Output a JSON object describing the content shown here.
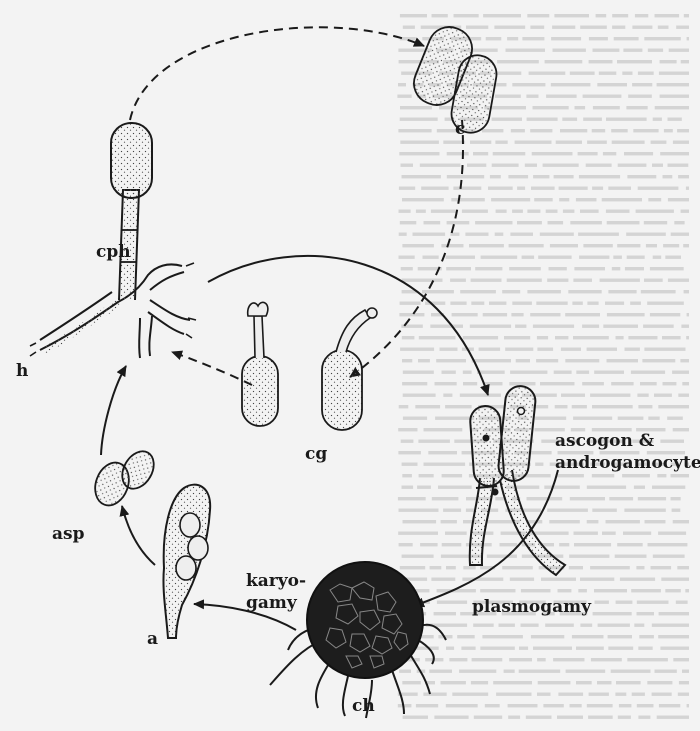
{
  "labels": {
    "c": "c",
    "cph": "cph",
    "h": "h",
    "cg": "cg",
    "ascogon": "ascogon &",
    "androgamocyte": "androgamocyte",
    "asp": "asp",
    "karyo": "karyo-",
    "gamy": "gamy",
    "a": "a",
    "plasmogamy": "plasmogamy",
    "ch": "ch"
  },
  "colors": {
    "ink": "#1a1a1a",
    "paper": "#f3f3f3",
    "cell_fill": "#eeeeee",
    "bleed_text": "#d4d4d4"
  }
}
